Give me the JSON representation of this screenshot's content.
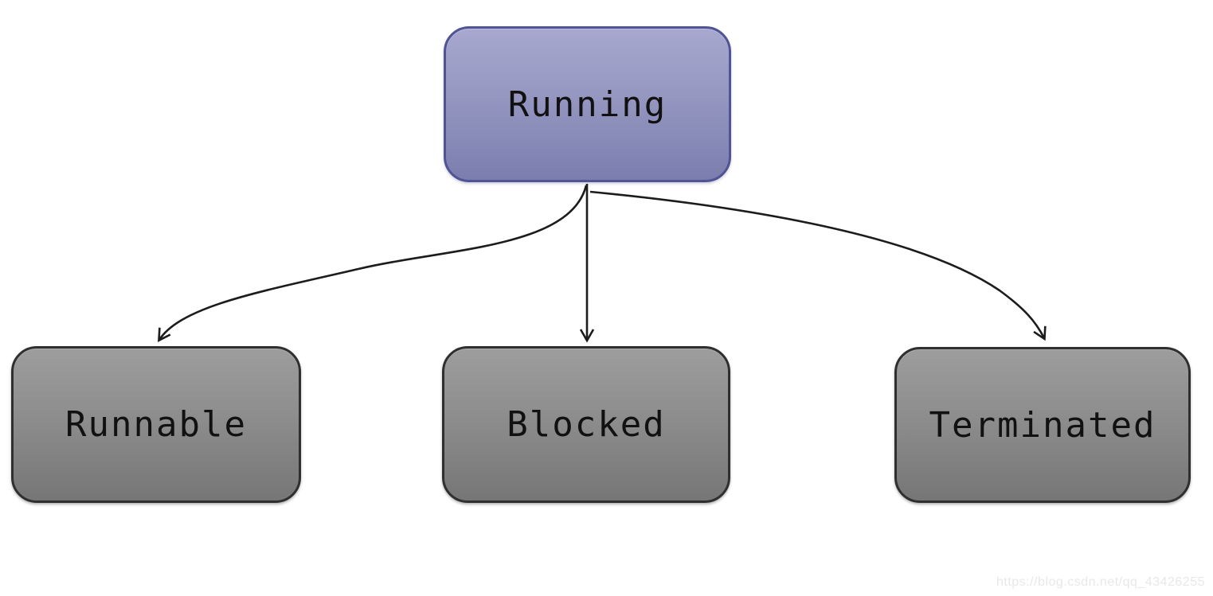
{
  "diagram": {
    "type": "state-diagram",
    "nodes": [
      {
        "id": "running",
        "label": "Running",
        "shape": "rounded-rectangle",
        "fill_top": "#a7a8cf",
        "fill_bottom": "#7b7dae",
        "border": "#4e5494"
      },
      {
        "id": "runnable",
        "label": "Runnable",
        "shape": "rounded-rectangle",
        "fill_top": "#9d9d9d",
        "fill_bottom": "#767676",
        "border": "#2f2f2f"
      },
      {
        "id": "blocked",
        "label": "Blocked",
        "shape": "rounded-rectangle",
        "fill_top": "#9d9d9d",
        "fill_bottom": "#767676",
        "border": "#2f2f2f"
      },
      {
        "id": "terminated",
        "label": "Terminated",
        "shape": "rounded-rectangle",
        "fill_top": "#9d9d9d",
        "fill_bottom": "#767676",
        "border": "#2f2f2f"
      }
    ],
    "edges": [
      {
        "from": "Running",
        "to": "Runnable",
        "style": "curved-left",
        "arrowhead": "open-chevron"
      },
      {
        "from": "Running",
        "to": "Blocked",
        "style": "straight",
        "arrowhead": "open-chevron"
      },
      {
        "from": "Running",
        "to": "Terminated",
        "style": "curved-right",
        "arrowhead": "open-chevron"
      }
    ],
    "watermark": "https://blog.csdn.net/qq_43426255"
  },
  "colors": {
    "running_fill_top": "#a7a8cf",
    "running_fill_mid": "#9597c1",
    "running_fill_bottom": "#7b7dae",
    "running_border": "#4e5494",
    "state_fill_top": "#9d9d9d",
    "state_fill_mid": "#8b8b8b",
    "state_fill_bottom": "#767676",
    "state_border": "#2f2f2f",
    "edge": "#1c1c1c",
    "text": "#111111",
    "watermark": "#e8e8e8",
    "background": "#ffffff"
  }
}
